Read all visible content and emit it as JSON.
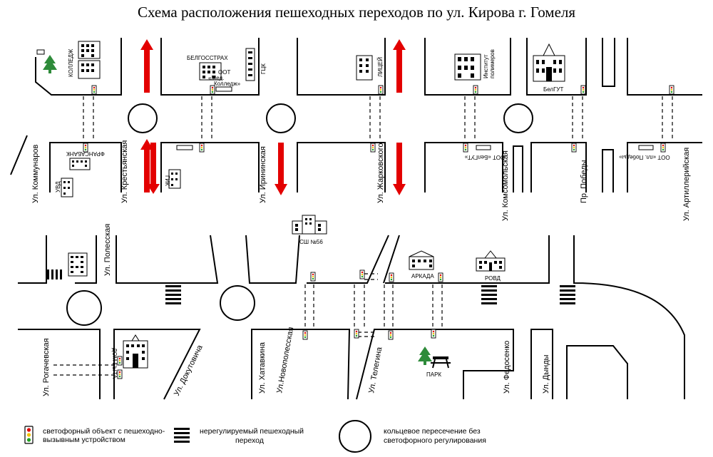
{
  "title": "Схема расположения пешеходных переходов по ул. Кирова г. Гомеля",
  "streets": {
    "kommunarov": "Ул. Коммунаров",
    "krestyanskaya": "Ул. Крестьянская",
    "irininskaya": "Ул. Ирининская",
    "zharkovskogo": "Ул. Жарковского",
    "komsomolskaya": "Ул. Комсомольская",
    "pobedy": "Пр. Победы",
    "artilleriyskaya": "Ул. Артиллерийская",
    "poleskaya": "Ул. Полесская",
    "rogachevskaya": "Ул. Рогачевская",
    "dokutovicha": "Ул. Докутовича",
    "khatavkina": "Ул. Хатавкина",
    "novopoleskaya": "Ул.Новополесская",
    "telegina": "Ул. Телегина",
    "fedosenko": "Ул. Федосенко",
    "dyndy": "Ул. Дынды"
  },
  "objects": {
    "kolledzh": "КОЛЛЕДЖ",
    "belgosstrakh": "БЕЛГОССТРАХ",
    "gtsk": "ГЦК",
    "ost_med_1": "ООТ",
    "ost_med_2": "«Мед.",
    "ost_med_3": "Колледж»",
    "litsey": "ЛИЦЕЙ",
    "institut_1": "Институт",
    "institut_2": "полимеров",
    "belgut": "БелГУТ",
    "franchise": "ФРАНСАБАНК",
    "uva": "УВД",
    "gik": "ГИК",
    "ost_belgut": "ООТ «БелГУТ»",
    "ost_pobedy": "ООТ «пл. Победы»",
    "sh56": "СШ №56",
    "arkada": "АРКАДА",
    "rovd": "РОВД",
    "park": "ПАРК",
    "dom_byta": "ДОМ БЫТА"
  },
  "legend": {
    "signal_1": "светофорный объект с пешеходно-",
    "signal_2": "вызывным устройством",
    "zebra_1": "нерегулируемый пешеходный",
    "zebra_2": "переход",
    "ring_1": "кольцевое пересечение без",
    "ring_2": "светофорного регулирования"
  },
  "colors": {
    "arrow": "#e30000",
    "line": "#000000",
    "tree": "#2e8b3a",
    "signal_red": "#e00000",
    "signal_yellow": "#f2c200",
    "signal_green": "#1fa11f"
  },
  "icons": [
    "traffic-light-icon",
    "zebra-crossing-icon",
    "roundabout-icon",
    "building-icon",
    "tree-icon",
    "bench-icon",
    "arrow-icon"
  ]
}
